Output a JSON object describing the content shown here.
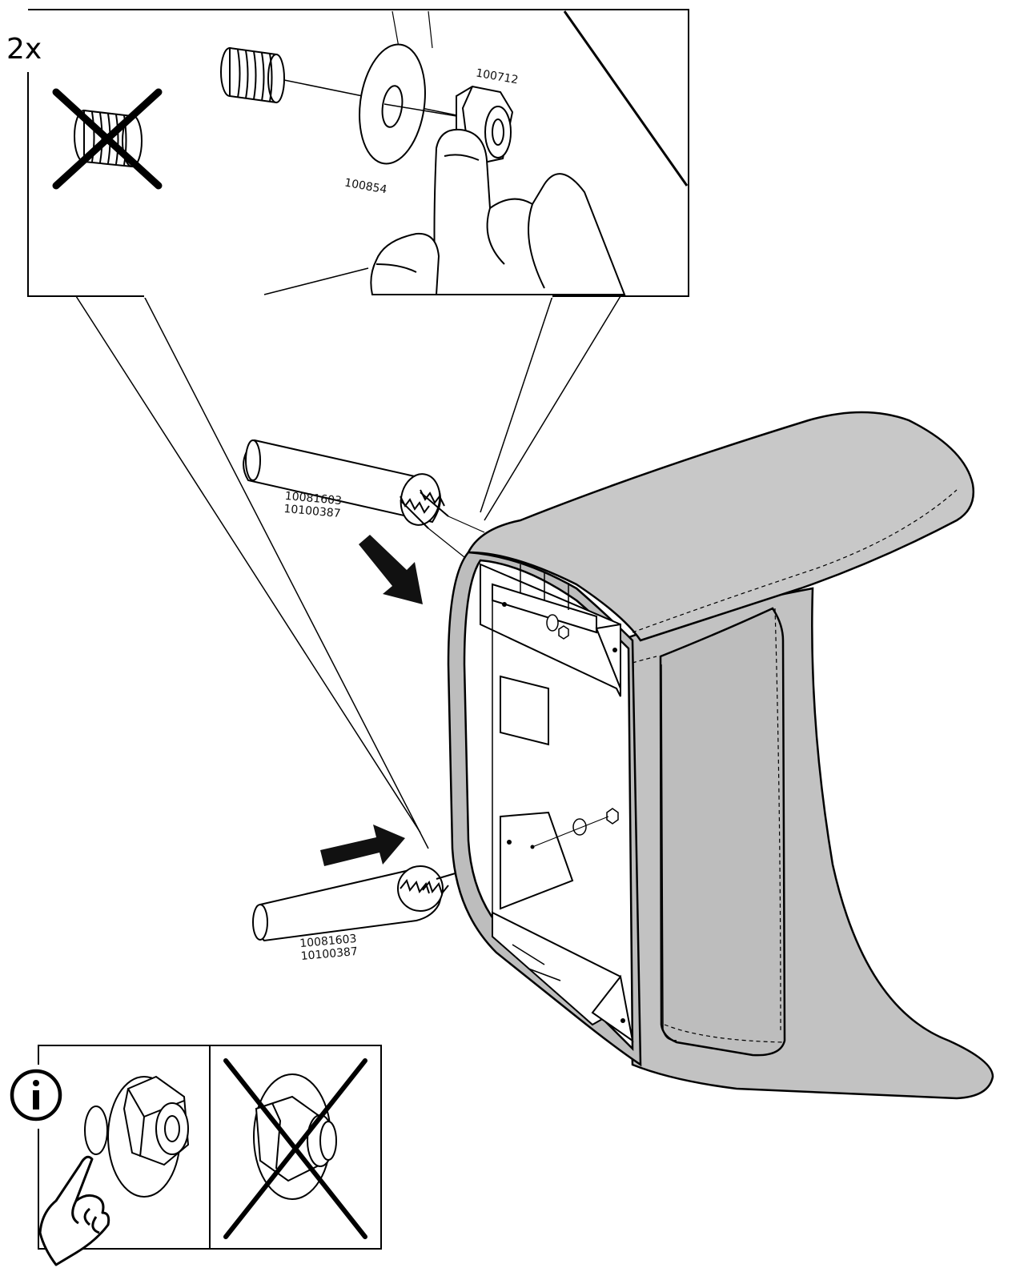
{
  "instruction": {
    "quantity": "2x",
    "parts": {
      "nut": "100712",
      "washer": "100854"
    },
    "dowel_upper": [
      "10081603",
      "10100387"
    ],
    "dowel_lower": [
      "10081603",
      "10100387"
    ]
  },
  "info_panel": {
    "icon": "info-icon",
    "correct": "nut-flat-side-to-washer",
    "incorrect": "nut-reversed-crossed-out"
  },
  "colors": {
    "line": "#000000",
    "upholstery": "#c8c8c8",
    "frame": "#ffffff",
    "arrow": "#111111"
  }
}
